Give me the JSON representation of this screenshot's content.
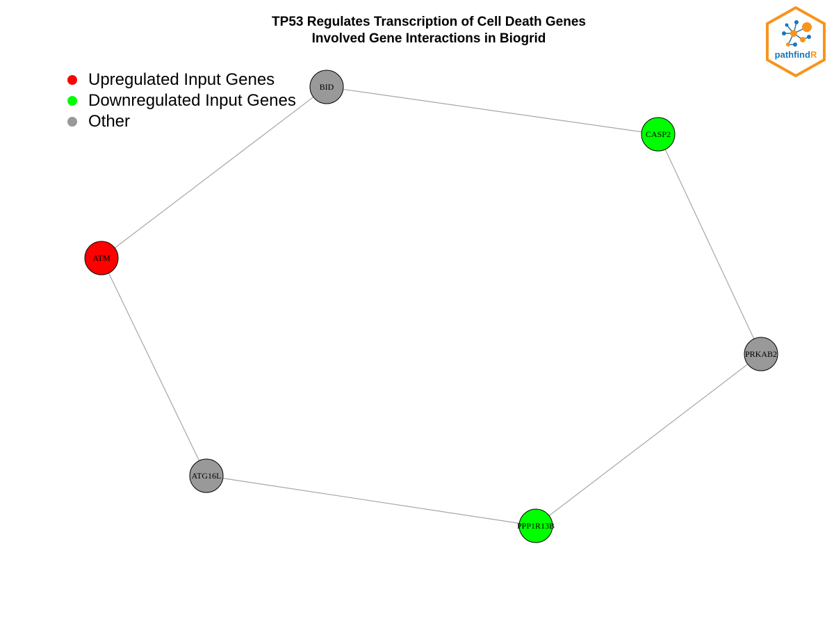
{
  "title": {
    "line1": "TP53 Regulates Transcription of Cell Death Genes",
    "line2": "Involved Gene Interactions in Biogrid"
  },
  "legend": [
    {
      "label": "Upregulated Input Genes",
      "color": "#ff0000"
    },
    {
      "label": "Downregulated Input Genes",
      "color": "#00ff00"
    },
    {
      "label": "Other",
      "color": "#999999"
    }
  ],
  "nodes": [
    {
      "id": "BID",
      "label": "BID",
      "category": "other"
    },
    {
      "id": "CASP2",
      "label": "CASP2",
      "category": "downregulated"
    },
    {
      "id": "ATM",
      "label": "ATM",
      "category": "upregulated"
    },
    {
      "id": "PRKAB2",
      "label": "PRKAB2",
      "category": "other"
    },
    {
      "id": "ATG16L1",
      "label": "ATG16L",
      "category": "other"
    },
    {
      "id": "PPP1R13B",
      "label": "PPP1R13B",
      "category": "downregulated"
    }
  ],
  "edges": [
    [
      "BID",
      "CASP2"
    ],
    [
      "BID",
      "ATM"
    ],
    [
      "CASP2",
      "PRKAB2"
    ],
    [
      "ATM",
      "ATG16L1"
    ],
    [
      "ATG16L1",
      "PPP1R13B"
    ],
    [
      "PRKAB2",
      "PPP1R13B"
    ]
  ],
  "colors": {
    "upregulated": "#ff0000",
    "downregulated": "#00ff00",
    "other": "#999999",
    "edge": "#a6a6a6",
    "logo_orange": "#f7941d",
    "logo_blue": "#1b75bb"
  },
  "logo": {
    "text_main": "pathfind",
    "text_accent": "R"
  }
}
